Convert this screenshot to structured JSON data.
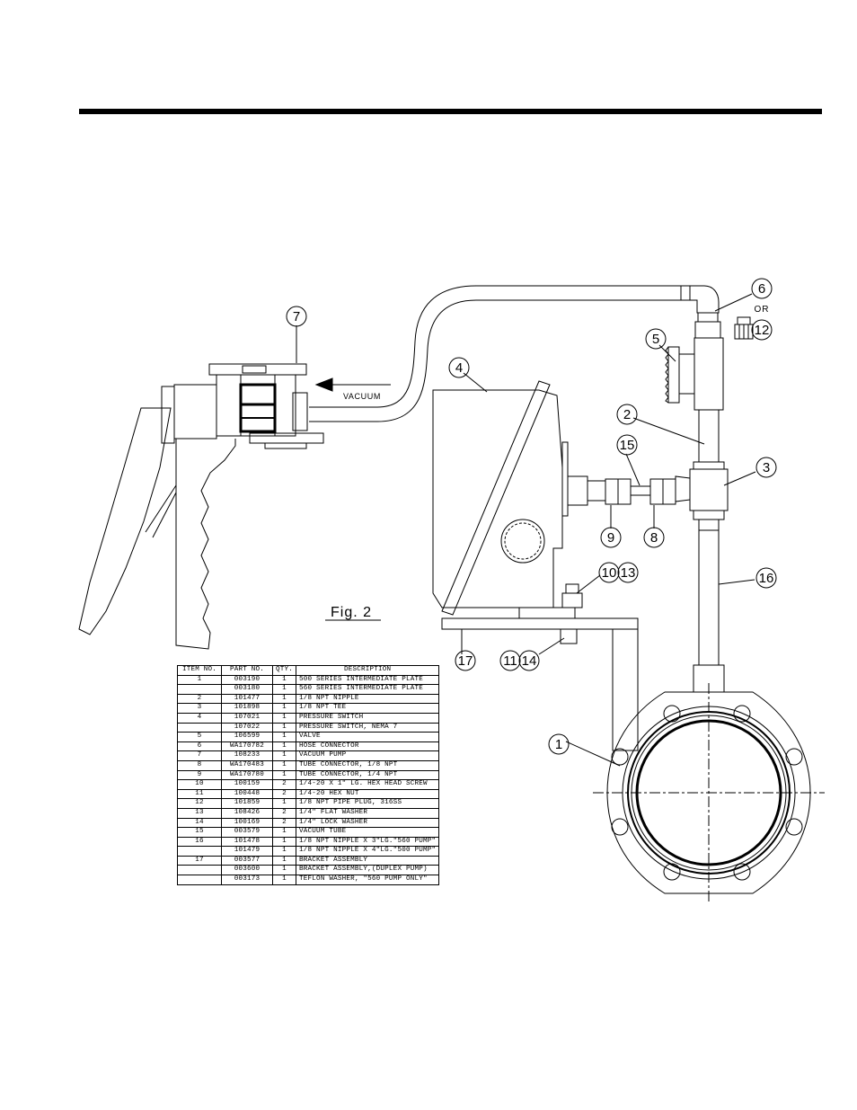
{
  "figure": {
    "label": "Fig. 2",
    "arrow_label": "VACUUM",
    "or_label": "OR",
    "balloons": [
      "1",
      "2",
      "3",
      "4",
      "5",
      "6",
      "7",
      "8",
      "9",
      "10",
      "11",
      "12",
      "13",
      "14",
      "15",
      "16",
      "17"
    ]
  },
  "parts_table": {
    "headers": [
      "ITEM NO.",
      "PART NO.",
      "QTY.",
      "DESCRIPTION"
    ],
    "rows": [
      {
        "item": "1",
        "part": "003190",
        "qty": "1",
        "desc": "500 SERIES INTERMEDIATE PLATE"
      },
      {
        "item": "",
        "part": "003180",
        "qty": "1",
        "desc": "560 SERIES INTERMEDIATE PLATE"
      },
      {
        "item": "2",
        "part": "101477",
        "qty": "1",
        "desc": "1/8 NPT NIPPLE"
      },
      {
        "item": "3",
        "part": "101898",
        "qty": "1",
        "desc": "1/8 NPT TEE"
      },
      {
        "item": "4",
        "part": "107021",
        "qty": "1",
        "desc": "PRESSURE SWITCH"
      },
      {
        "item": "",
        "part": "107022",
        "qty": "1",
        "desc": "PRESSURE SWITCH, NEMA 7"
      },
      {
        "item": "5",
        "part": "106599",
        "qty": "1",
        "desc": "VALVE"
      },
      {
        "item": "6",
        "part": "WA170782",
        "qty": "1",
        "desc": "HOSE CONNECTOR"
      },
      {
        "item": "7",
        "part": "108233",
        "qty": "1",
        "desc": "VACUUM PUMP"
      },
      {
        "item": "8",
        "part": "WA170483",
        "qty": "1",
        "desc": "TUBE CONNECTOR, 1/8 NPT"
      },
      {
        "item": "9",
        "part": "WA170780",
        "qty": "1",
        "desc": "TUBE CONNECTOR, 1/4 NPT"
      },
      {
        "item": "10",
        "part": "100159",
        "qty": "2",
        "desc": "1/4-20 X 1\" LG. HEX HEAD SCREW"
      },
      {
        "item": "11",
        "part": "100448",
        "qty": "2",
        "desc": "1/4-20 HEX NUT"
      },
      {
        "item": "12",
        "part": "101859",
        "qty": "1",
        "desc": "1/8 NPT PIPE PLUG, 316SS"
      },
      {
        "item": "13",
        "part": "108426",
        "qty": "2",
        "desc": "1/4\" FLAT WASHER"
      },
      {
        "item": "14",
        "part": "100169",
        "qty": "2",
        "desc": "1/4\" LOCK WASHER"
      },
      {
        "item": "15",
        "part": "003579",
        "qty": "1",
        "desc": "VACUUM TUBE"
      },
      {
        "item": "16",
        "part": "101478",
        "qty": "1",
        "desc": "1/8 NPT NIPPLE X 3\"LG.\"560 PUMP\""
      },
      {
        "item": "",
        "part": "101479",
        "qty": "1",
        "desc": "1/8 NPT NIPPLE X 4\"LG.\"500 PUMP\""
      },
      {
        "item": "17",
        "part": "003577",
        "qty": "1",
        "desc": "BRACKET ASSEMBLY"
      },
      {
        "item": "",
        "part": "003600",
        "qty": "1",
        "desc": "BRACKET ASSEMBLY,(DUPLEX PUMP)"
      },
      {
        "item": "",
        "part": "003173",
        "qty": "1",
        "desc": "TEFLON WASHER, \"560 PUMP ONLY\""
      }
    ]
  }
}
